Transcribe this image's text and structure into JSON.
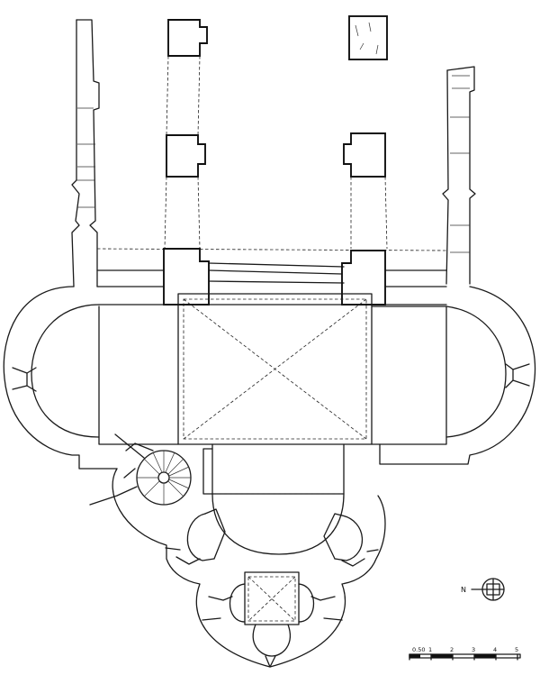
{
  "scale_bar": {
    "labels": [
      "0.50",
      "1",
      "2",
      "3",
      "4",
      "5"
    ]
  },
  "north_arrow": {
    "label": "N"
  }
}
